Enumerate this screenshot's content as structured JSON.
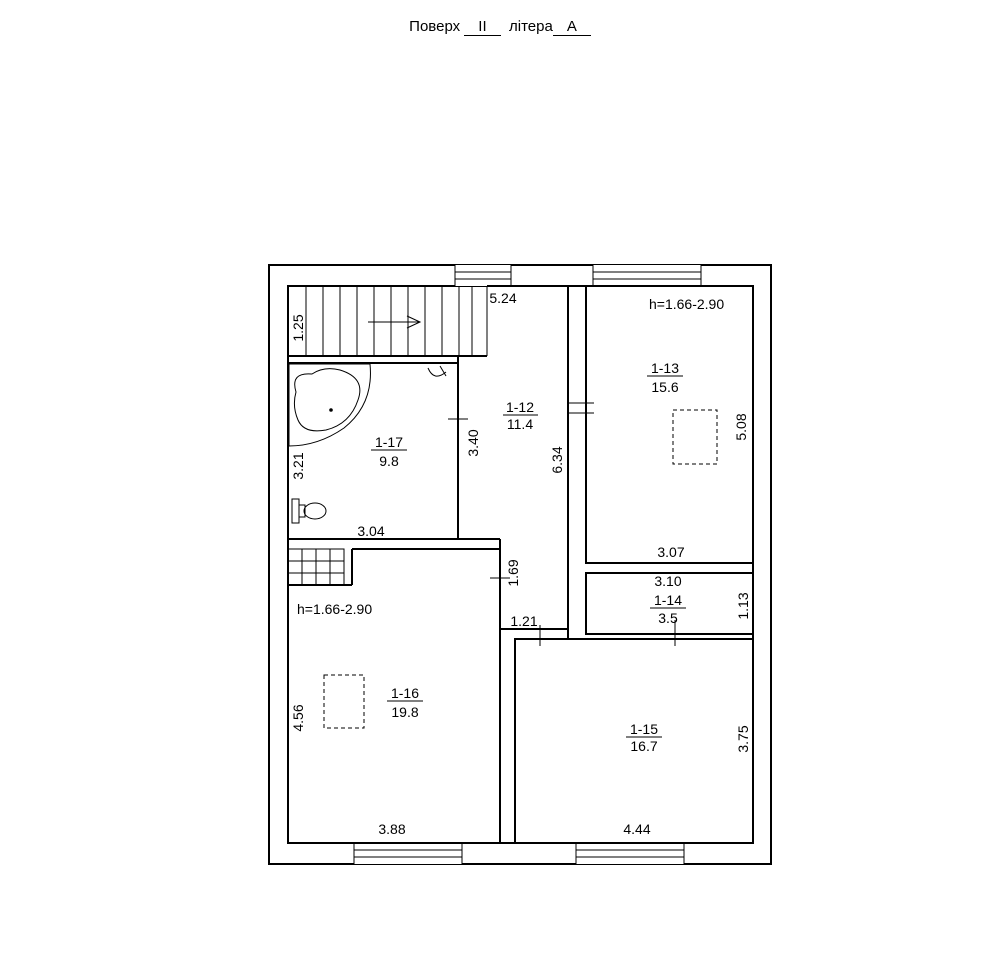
{
  "header": {
    "floor_label": "Поверх",
    "floor_value": "II",
    "letter_label": "літера",
    "letter_value": "А"
  },
  "rooms": [
    {
      "id": "1-12",
      "area": "11.4"
    },
    {
      "id": "1-13",
      "area": "15.6"
    },
    {
      "id": "1-14",
      "area": "3.5"
    },
    {
      "id": "1-15",
      "area": "16.7"
    },
    {
      "id": "1-16",
      "area": "19.8"
    },
    {
      "id": "1-17",
      "area": "9.8"
    }
  ],
  "heights": {
    "room_13": "h=1.66-2.90",
    "room_16": "h=1.66-2.90"
  },
  "dimensions": {
    "stair_width": "5.24",
    "stair_depth": "1.25",
    "bath_height": "3.21",
    "bath_width": "3.04",
    "bath_side": "3.40",
    "hall_length": "6.34",
    "hall_step": "1.69",
    "hall_bottom": "1.21",
    "r13_height": "5.08",
    "r13_width": "3.07",
    "r14_width": "3.10",
    "r14_height": "1.13",
    "r15_height": "3.75",
    "r15_width": "4.44",
    "r16_height": "4.56",
    "r16_width": "3.88"
  }
}
